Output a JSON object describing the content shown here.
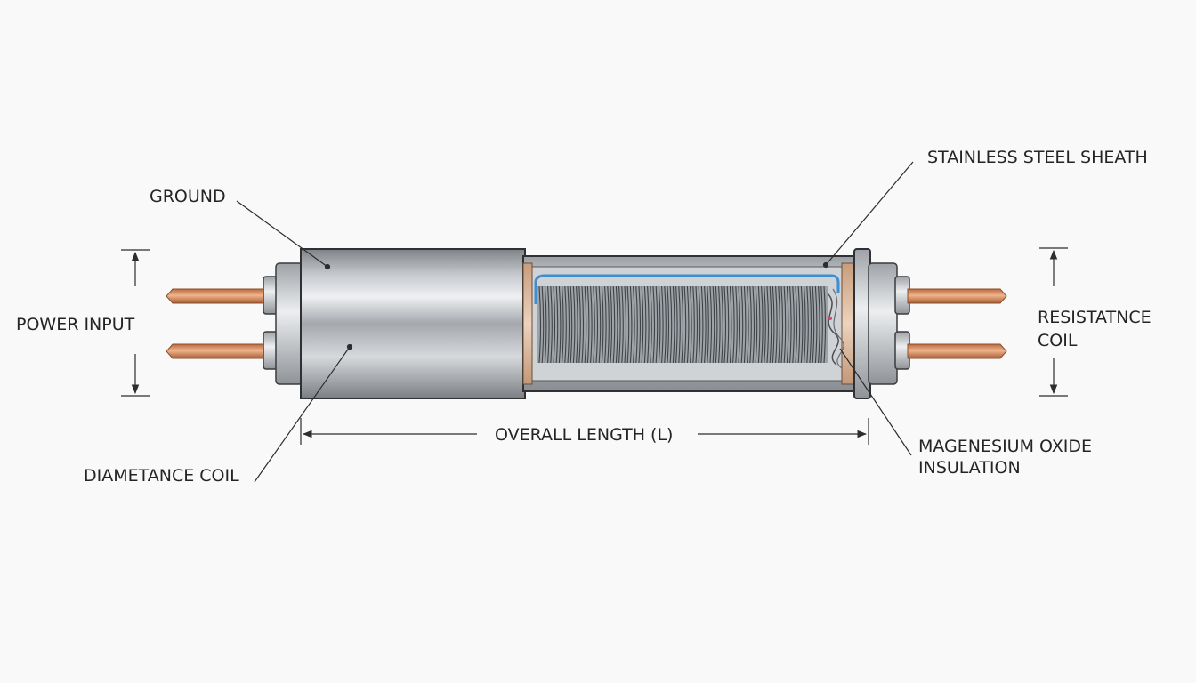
{
  "labels": {
    "ground": "GROUND",
    "power_input": "POWER INPUT",
    "diametance_coil": "DIAMETANCE COIL",
    "overall_length": "OVERALL LENGTH (L)",
    "stainless_steel_sheath": "STAINLESS STEEL SHEATH",
    "resistance_coil_line1": "RESISTATNCE",
    "resistance_coil_line2": "COIL",
    "magnesium_oxide_line1": "MAGENESIUM OXIDE",
    "magnesium_oxide_line2": "INSULATION"
  },
  "colors": {
    "background": "#f8f9f8",
    "copper": "#d88a5a",
    "steel_dark": "#8d9195",
    "steel_light": "#e6e8ea",
    "inner_wire": "#3f8fd0",
    "line": "#2b2d30"
  },
  "icons": [
    "arrow-up-icon",
    "arrow-down-icon",
    "arrow-left-icon",
    "arrow-right-icon"
  ]
}
